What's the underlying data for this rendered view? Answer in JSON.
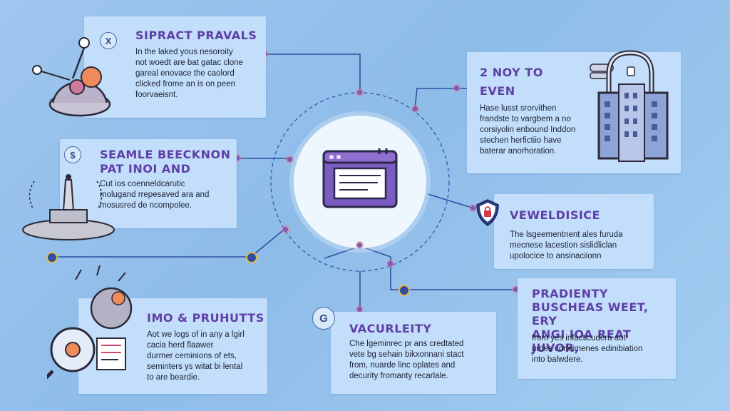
{
  "hub": {
    "icon": "browser-window-icon"
  },
  "cards": [
    {
      "id": "top-left",
      "badge": "X",
      "title": "SIPRACT PRAVALS",
      "lines": [
        "In the laked yous nesoroity",
        "not woedt are bat gatac clone",
        "gareal enovace the caolord",
        "clicked frome an is on peen",
        "foorvaeisnt."
      ],
      "illustration": "robot-arm-icon"
    },
    {
      "id": "mid-left",
      "badge": "$",
      "title_lines": [
        "SEAMLE BEECKNON",
        "PAT INOI AND"
      ],
      "lines": [
        "Cut ios coenneldcarutic",
        "molugand rrepesaved ara and",
        "mosusred de ncompolee."
      ],
      "illustration": "radio-tower-icon"
    },
    {
      "id": "bottom-left",
      "title": "IMO & PRUHUTTS",
      "lines": [
        "Aot we logs of in any a lgirl",
        "cacia herd flaawer",
        "durmer ceminions of ets,",
        "seminters ys witat bi lental",
        "to are beardie."
      ],
      "illustration": "magnifier-bug-icon"
    },
    {
      "id": "bottom-center",
      "badge": "G",
      "title": "VACURLEITY",
      "lines": [
        "Che lgeminrec pr ans credtated",
        "vete bg sehain bikxonnani stact",
        "from, nuarde linc oplates and",
        "decurity fromanty recarlale."
      ]
    },
    {
      "id": "top-right",
      "title_lines": [
        "2 NOY TO",
        "EVEN"
      ],
      "lines": [
        "Hase lusst srorvithen",
        "frandste to vargbem a no",
        "corsiyolin enbound Inddon",
        "stechen herfictiio have",
        "baterar anorhoration."
      ],
      "illustration": "padlock-building-icon"
    },
    {
      "id": "mid-right",
      "title": "VEWELDISICE",
      "lines": [
        "The lsgeementnent ales furuda",
        "mecnese lacestion sislidliclan",
        "upolocice to ansinaciionn"
      ],
      "illustration": "shield-lock-icon"
    },
    {
      "id": "bottom-right",
      "title_lines": [
        "PRADIENTY",
        "BUSCHEAS WEET, ERY",
        "ANGI IOA REAT JUVOR,"
      ],
      "lines": [
        "from yes infacticudera aot",
        "urdes corleimenes edinibiation",
        "into balwdere."
      ]
    }
  ],
  "colors": {
    "title": "#5e3fa6",
    "card": "#c3defa",
    "line": "#2f4f9e",
    "hub": "#eef6fe"
  }
}
